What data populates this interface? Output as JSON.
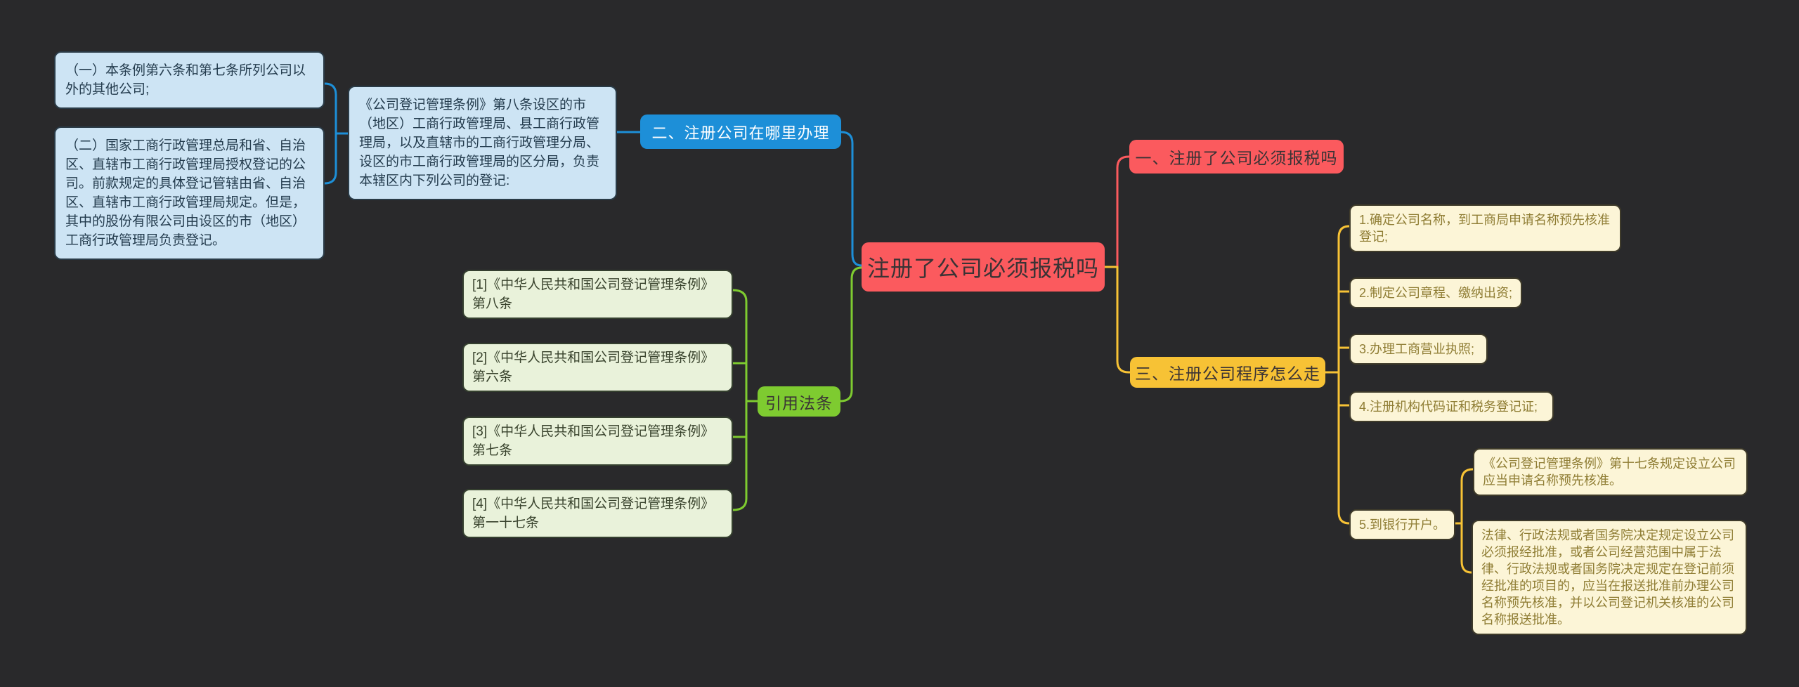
{
  "colors": {
    "background": "#29292b",
    "red": "#fb5a5e",
    "blue": "#1d8fd8",
    "yellow": "#f7c235",
    "green": "#7ecb30",
    "light_blue_fill": "#cde4f4",
    "light_blue_border": "#2a3b47",
    "light_blue_text": "#243c4e",
    "cream_fill": "#fcf5d7",
    "cream_border": "#3f3b2a",
    "cream_text": "#8f7d34",
    "light_green_fill": "#e9f2da",
    "light_green_border": "#35402f",
    "light_green_text": "#39432d",
    "dark_text": "#3a3335",
    "white_text": "#ffffff"
  },
  "central": {
    "label": "注册了公司必须报税吗"
  },
  "branch_one": {
    "label": "一、注册了公司必须报税吗"
  },
  "branch_two": {
    "label": "二、注册公司在哪里办理",
    "summary": "《公司登记管理条例》第八条设区的市（地区）工商行政管理局、县工商行政管理局，以及直辖市的工商行政管理分局、设区的市工商行政管理局的区分局，负责本辖区内下列公司的登记:",
    "items": [
      {
        "text": "（一）本条例第六条和第七条所列公司以外的其他公司;"
      },
      {
        "text": "（二）国家工商行政管理总局和省、自治区、直辖市工商行政管理局授权登记的公司。前款规定的具体登记管辖由省、自治区、直辖市工商行政管理局规定。但是，其中的股份有限公司由设区的市（地区）工商行政管理局负责登记。"
      }
    ]
  },
  "branch_three": {
    "label": "三、注册公司程序怎么走",
    "steps": [
      {
        "text": "1.确定公司名称，到工商局申请名称预先核准登记;"
      },
      {
        "text": "2.制定公司章程、缴纳出资;"
      },
      {
        "text": "3.办理工商营业执照;"
      },
      {
        "text": "4.注册机构代码证和税务登记证;"
      },
      {
        "text": "5.到银行开户。"
      }
    ],
    "notes": [
      {
        "text": "《公司登记管理条例》第十七条规定设立公司应当申请名称预先核准。"
      },
      {
        "text": "法律、行政法规或者国务院决定规定设立公司必须报经批准，或者公司经营范围中属于法律、行政法规或者国务院决定规定在登记前须经批准的项目的，应当在报送批准前办理公司名称预先核准，并以公司登记机关核准的公司名称报送批准。"
      }
    ]
  },
  "citations": {
    "label": "引用法条",
    "items": [
      {
        "text": "[1]《中华人民共和国公司登记管理条例》 第八条"
      },
      {
        "text": "[2]《中华人民共和国公司登记管理条例》 第六条"
      },
      {
        "text": "[3]《中华人民共和国公司登记管理条例》 第七条"
      },
      {
        "text": "[4]《中华人民共和国公司登记管理条例》 第一十七条"
      }
    ]
  }
}
